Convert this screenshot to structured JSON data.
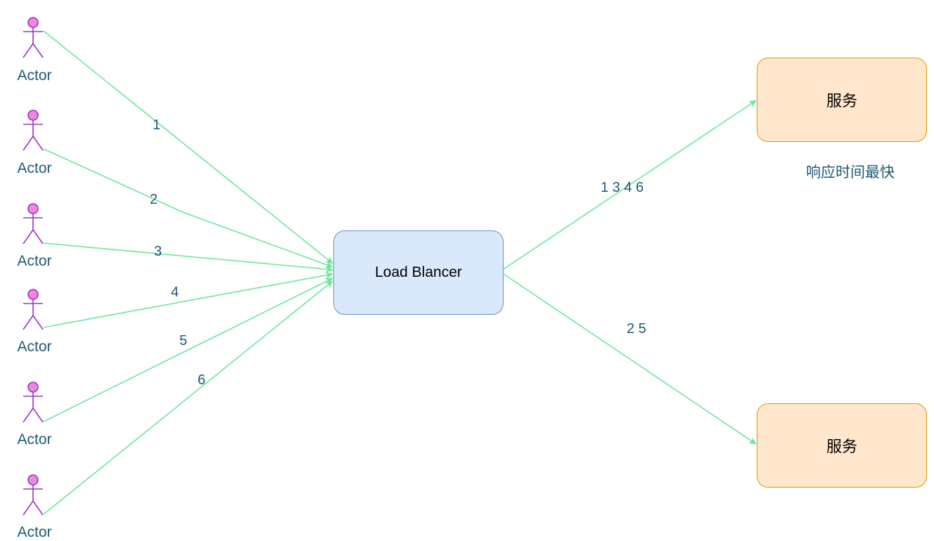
{
  "actors": [
    {
      "label": "Actor"
    },
    {
      "label": "Actor"
    },
    {
      "label": "Actor"
    },
    {
      "label": "Actor"
    },
    {
      "label": "Actor"
    },
    {
      "label": "Actor"
    }
  ],
  "request_labels": [
    "1",
    "2",
    "3",
    "4",
    "5",
    "6"
  ],
  "load_balancer": {
    "label": "Load Blancer"
  },
  "services": [
    {
      "label": "服务",
      "edge_label": "1 3 4 6"
    },
    {
      "label": "服务",
      "edge_label": "2 5"
    }
  ],
  "note": "响应时间最快",
  "colors": {
    "edge": "#6be69a",
    "actor_stroke": "#9933cc",
    "actor_head": "#ee88dd",
    "lb_fill": "#dae8fc",
    "lb_stroke": "#6c8ebf",
    "service_fill": "#ffe6cc",
    "service_stroke": "#d79b00",
    "label_text": "#1f5a73"
  }
}
